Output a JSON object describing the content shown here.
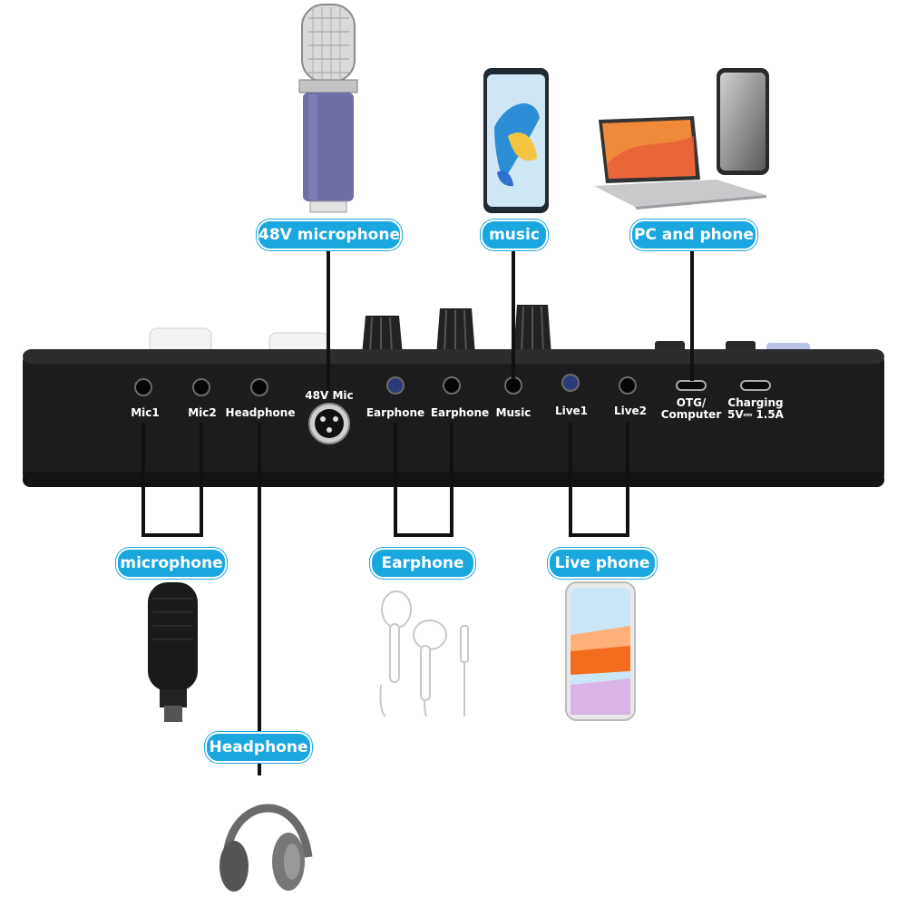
{
  "labels": {
    "mic48v": "48V microphone",
    "music": "music",
    "pc_phone": "PC and phone",
    "microphone": "microphone",
    "earphone": "Earphone",
    "live_phone": "Live phone",
    "headphone": "Headphone"
  },
  "ports": {
    "mic1": "Mic1",
    "mic2": "Mic2",
    "headphone": "Headphone",
    "mic48v": "48V Mic",
    "earphone1": "Earphone",
    "earphone2": "Earphone",
    "music": "Music",
    "live1": "Live1",
    "live2": "Live2",
    "otg_line1": "OTG/",
    "otg_line2": "Computer",
    "charging_line1": "Charging",
    "charging_line2": "5V⎓ 1.5A"
  },
  "colors": {
    "accent": "#1aa7e0",
    "device": "#1c1c1e",
    "connector_line": "#111111"
  }
}
